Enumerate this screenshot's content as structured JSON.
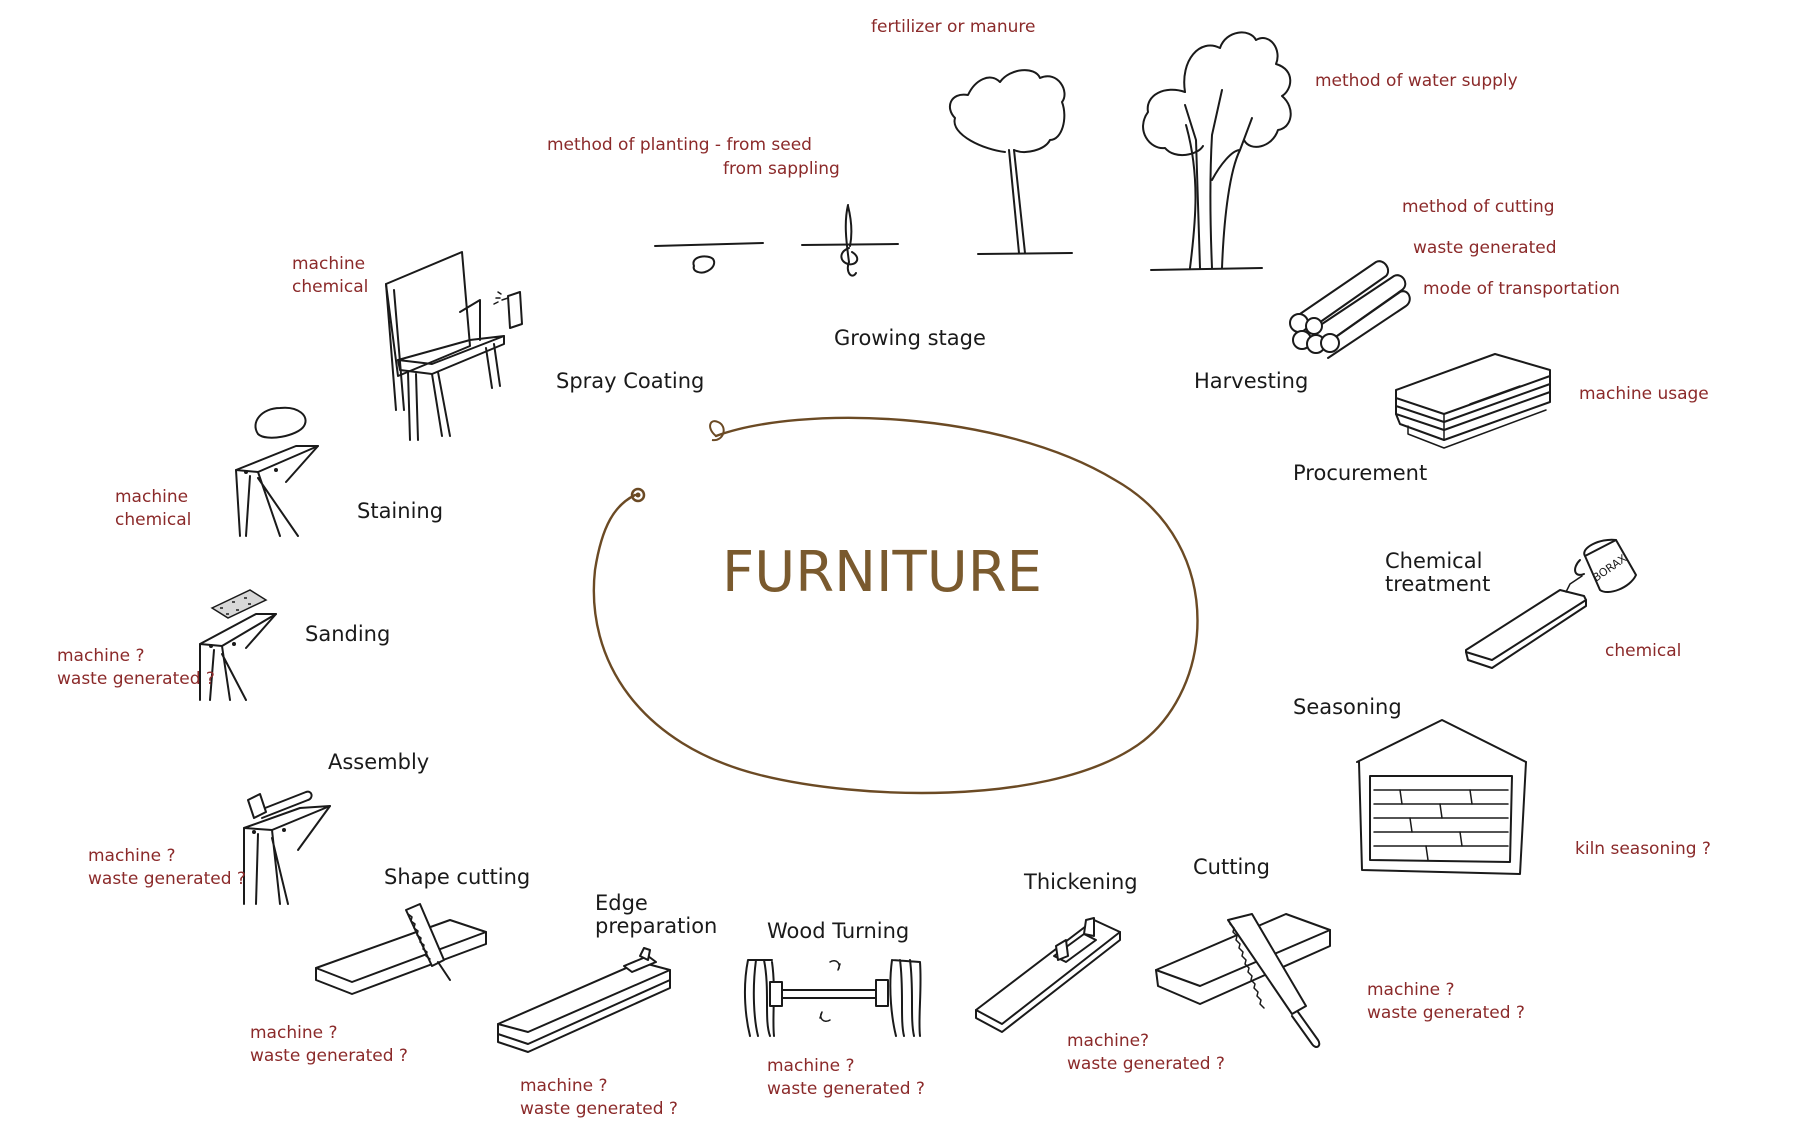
{
  "title": "FURNITURE",
  "colors": {
    "note": "#8b2a2a",
    "title": "#7a5a2e",
    "loop": "#6b4a24",
    "ink": "#1a1a1a"
  },
  "stages": {
    "growing": "Growing stage",
    "harvesting": "Harvesting",
    "procurement": "Procurement",
    "chemical_line1": "Chemical",
    "chemical_line2": "treatment",
    "seasoning": "Seasoning",
    "cutting": "Cutting",
    "thickening": "Thickening",
    "wood_turning": "Wood Turning",
    "edge_line1": "Edge",
    "edge_line2": "preparation",
    "shape_cutting": "Shape cutting",
    "assembly": "Assembly",
    "sanding": "Sanding",
    "staining": "Staining",
    "spray_coating": "Spray Coating"
  },
  "notes": {
    "fertilizer": "fertilizer or manure",
    "water": "method of water supply",
    "planting_1": "method of planting - from seed",
    "planting_2": "from sappling",
    "harvest_cutting": "method of cutting",
    "harvest_waste": "waste generated",
    "harvest_transport": "mode of transportation",
    "procurement": "machine usage",
    "chemical": "chemical",
    "seasoning": "kiln seasoning ?",
    "cutting_1": "machine ?",
    "cutting_2": "waste generated ?",
    "thickening_1": "machine?",
    "thickening_2": "waste generated ?",
    "turning_1": "machine ?",
    "turning_2": "waste generated ?",
    "edge_1": "machine ?",
    "edge_2": "waste generated ?",
    "shape_1": "machine ?",
    "shape_2": "waste generated ?",
    "assembly_1": "machine ?",
    "assembly_2": "waste generated ?",
    "sanding_1": "machine ?",
    "sanding_2": "waste generated ?",
    "staining_1": "machine",
    "staining_2": "chemical",
    "spray_1": "machine",
    "spray_2": "chemical"
  },
  "borax_label": "BORAX"
}
